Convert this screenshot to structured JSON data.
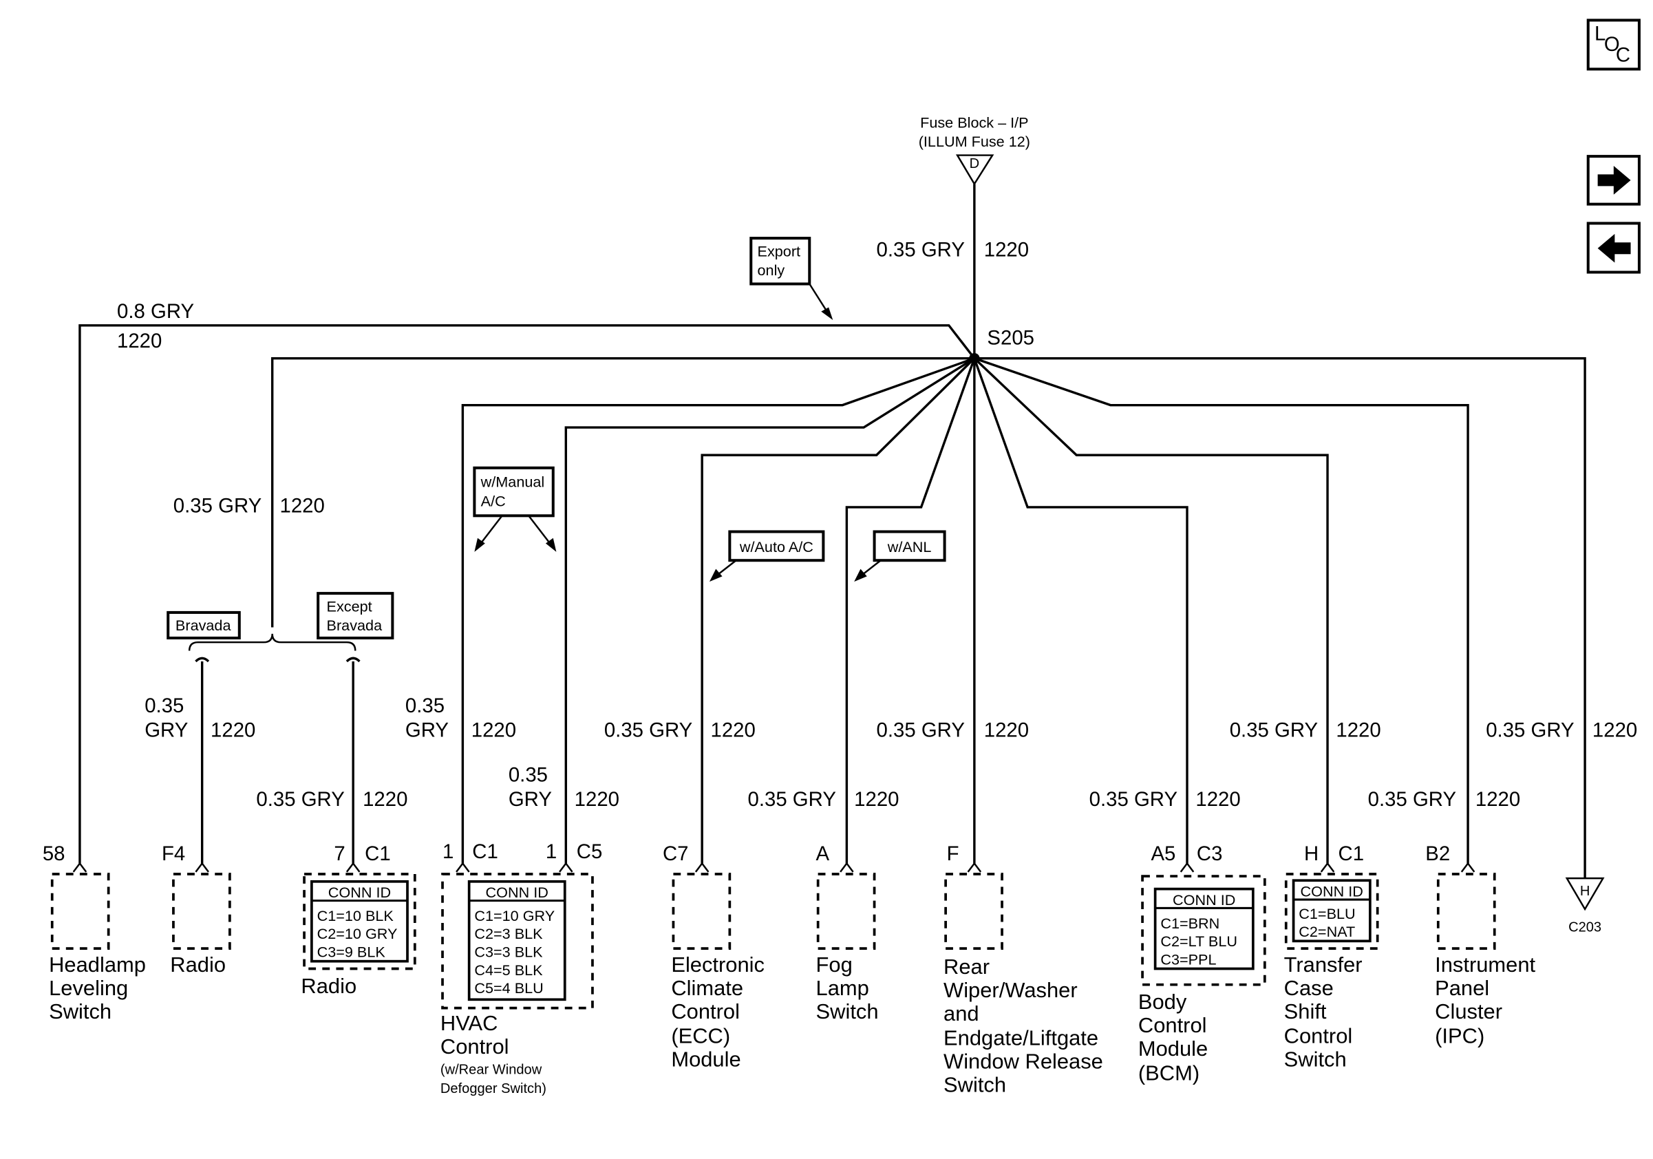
{
  "nav": {
    "loc_l": "L",
    "loc_o": "O",
    "loc_c": "C",
    "next_icon": "right-arrow-icon",
    "prev_icon": "left-arrow-icon"
  },
  "source": {
    "title_line1": "Fuse Block – I/P",
    "title_line2": "(ILLUM Fuse 12)",
    "terminal": "D",
    "wire": "0.35 GRY",
    "circuit": "1220"
  },
  "splice": "S205",
  "notes": {
    "export_line1": "Export",
    "export_line2": "only",
    "manual_ac_line1": "w/Manual",
    "manual_ac_line2": "A/C",
    "auto_ac": "w/Auto A/C",
    "anl": "w/ANL",
    "bravada": "Bravada",
    "except_line1": "Except",
    "except_line2": "Bravada"
  },
  "wires": {
    "headlamp_wire": "0.8 GRY",
    "headlamp_circuit": "1220",
    "radio_trunk_wire": "0.35 GRY",
    "radio_trunk_circuit": "1220",
    "radio_f4_wire_a": "0.35",
    "radio_f4_wire_b": "GRY",
    "radio_f4_circuit": "1220",
    "radio_c1_wire": "0.35 GRY",
    "radio_c1_circuit": "1220",
    "hvac_c1_wire_a": "0.35",
    "hvac_c1_wire_b": "GRY",
    "hvac_c1_circuit": "1220",
    "hvac_c5_wire_a": "0.35",
    "hvac_c5_wire_b": "GRY",
    "hvac_c5_circuit": "1220",
    "ecc_wire": "0.35 GRY",
    "ecc_circuit": "1220",
    "fog_wire": "0.35 GRY",
    "fog_circuit": "1220",
    "wiper_wire": "0.35 GRY",
    "wiper_circuit": "1220",
    "bcm_wire": "0.35 GRY",
    "bcm_circuit": "1220",
    "transfer_wire": "0.35 GRY",
    "transfer_circuit": "1220",
    "ipc_wire": "0.35 GRY",
    "ipc_circuit": "1220",
    "c203_wire": "0.35 GRY",
    "c203_circuit": "1220"
  },
  "components": {
    "headlamp": {
      "pin": "58",
      "name": [
        "Headlamp",
        "Leveling",
        "Switch"
      ]
    },
    "radio_f4": {
      "pin": "F4",
      "name": [
        "Radio"
      ]
    },
    "radio_c1": {
      "pin": "7",
      "conn": "C1",
      "name": [
        "Radio"
      ],
      "conn_id_title": "CONN ID",
      "conn_id": [
        "C1=10 BLK",
        "C2=10 GRY",
        "C3=9 BLK"
      ]
    },
    "hvac": {
      "pin_c1": "1",
      "conn_c1": "C1",
      "pin_c5": "1",
      "conn_c5": "C5",
      "name": [
        "HVAC",
        "Control"
      ],
      "note": [
        "(w/Rear Window",
        "Defogger Switch)"
      ],
      "conn_id_title": "CONN ID",
      "conn_id": [
        "C1=10 GRY",
        "C2=3 BLK",
        "C3=3 BLK",
        "C4=5 BLK",
        "C5=4 BLU"
      ]
    },
    "ecc": {
      "pin": "C7",
      "name": [
        "Electronic",
        "Climate",
        "Control",
        "(ECC)",
        "Module"
      ]
    },
    "fog": {
      "pin": "A",
      "name": [
        "Fog",
        "Lamp",
        "Switch"
      ]
    },
    "wiper": {
      "pin": "F",
      "name": [
        "Rear",
        "Wiper/Washer",
        "and",
        "Endgate/Liftgate",
        "Window Release",
        "Switch"
      ]
    },
    "bcm": {
      "pin": "A5",
      "conn": "C3",
      "name": [
        "Body",
        "Control",
        "Module",
        "(BCM)"
      ],
      "conn_id_title": "CONN ID",
      "conn_id": [
        "C1=BRN",
        "C2=LT BLU",
        "C3=PPL"
      ]
    },
    "transfer": {
      "pin": "H",
      "conn": "C1",
      "name": [
        "Transfer",
        "Case",
        "Shift",
        "Control",
        "Switch"
      ],
      "conn_id_title": "CONN ID",
      "conn_id": [
        "C1=BLU",
        "C2=NAT"
      ]
    },
    "ipc": {
      "pin": "B2",
      "name": [
        "Instrument",
        "Panel",
        "Cluster",
        "(IPC)"
      ]
    },
    "c203": {
      "pin": "H",
      "name": "C203"
    }
  }
}
